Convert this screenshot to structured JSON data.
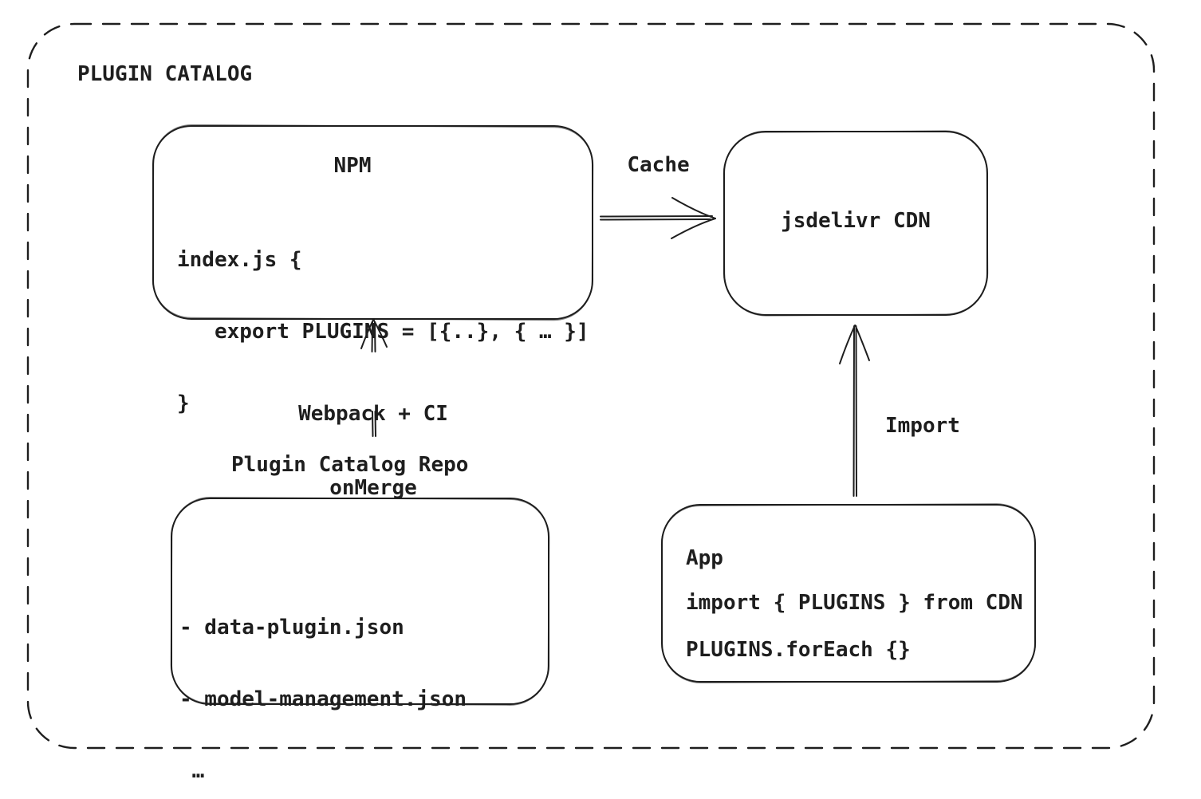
{
  "colors": {
    "background": "#ffffff",
    "stroke": "#1e1e1e",
    "text": "#1e1e1e"
  },
  "frame": {
    "title": "PLUGIN CATALOG"
  },
  "nodes": {
    "npm": {
      "title": "NPM",
      "code": [
        "index.js {",
        "   export PLUGINS = [{..}, { … }]",
        "}"
      ]
    },
    "cdn": {
      "label": "jsdelivr CDN"
    },
    "repo": {
      "title": "Plugin Catalog Repo",
      "items": [
        "- data-plugin.json",
        "- model-management.json",
        " …"
      ]
    },
    "app": {
      "title": "App",
      "import_line": "import { PLUGINS } from CDN",
      "foreach_line": "PLUGINS.forEach {}"
    }
  },
  "edges": {
    "cache": {
      "label": "Cache"
    },
    "build": {
      "label_line1": "Webpack + CI",
      "label_line2": "onMerge"
    },
    "import": {
      "label": "Import"
    }
  }
}
